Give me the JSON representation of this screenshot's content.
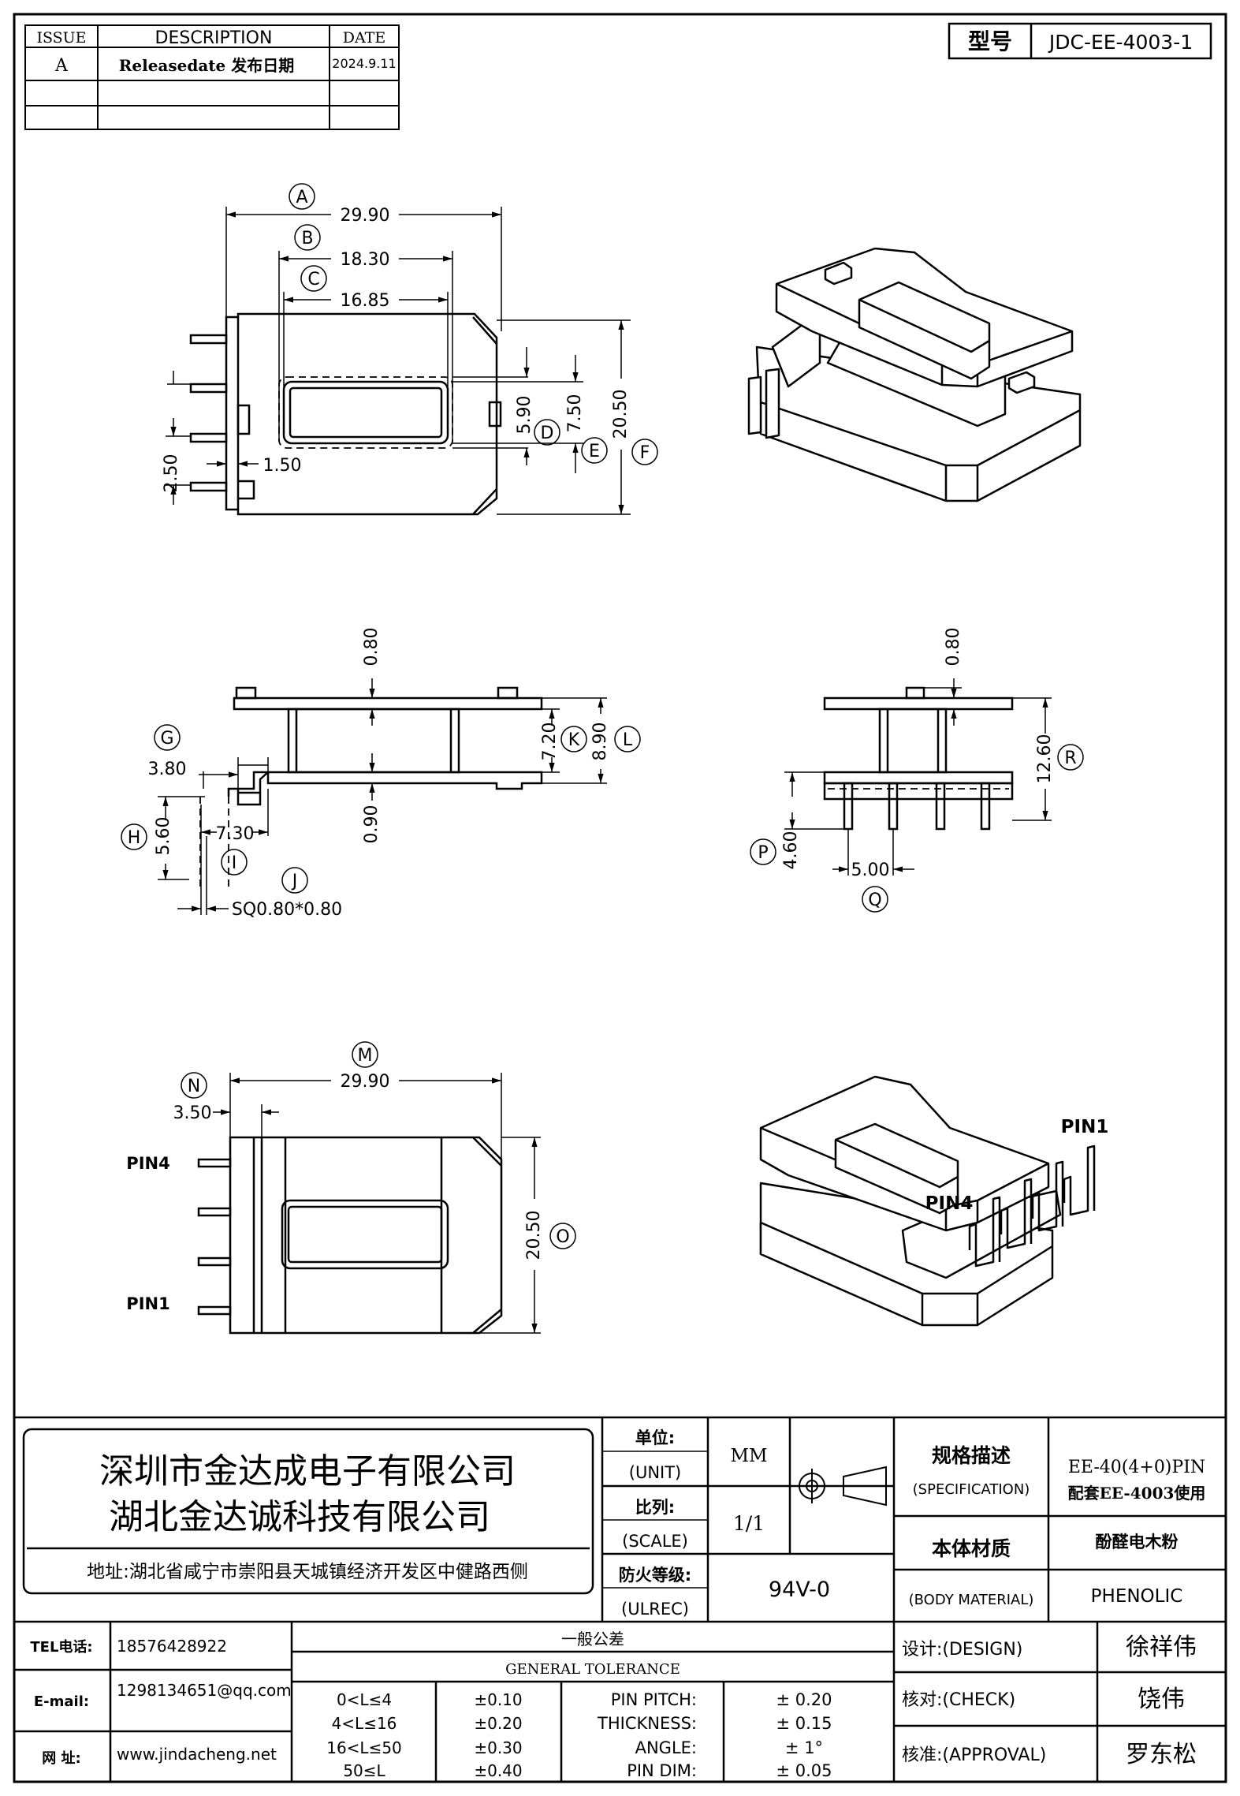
{
  "revision_table": {
    "headers": {
      "issue": "ISSUE",
      "description": "DESCRIPTION",
      "date": "DATE"
    },
    "rows": [
      {
        "issue": "A",
        "description": "Releasedate 发布日期",
        "date": "2024.9.11"
      },
      {
        "issue": "",
        "description": "",
        "date": ""
      },
      {
        "issue": "",
        "description": "",
        "date": ""
      }
    ]
  },
  "model": {
    "label": "型号",
    "value": "JDC-EE-4003-1"
  },
  "top_view": {
    "A": {
      "letter": "A",
      "value": "29.90"
    },
    "B": {
      "letter": "B",
      "value": "18.30"
    },
    "C": {
      "letter": "C",
      "value": "16.85"
    },
    "D": {
      "letter": "D",
      "value": "5.90"
    },
    "E": {
      "letter": "E",
      "value": "7.50"
    },
    "F": {
      "letter": "F",
      "value": "20.50"
    },
    "pin_pitch": "2.50",
    "pin_offset": "1.50"
  },
  "side_view": {
    "top_gap": "0.80",
    "bottom_gap": "0.90",
    "G": {
      "letter": "G",
      "value": "3.80"
    },
    "H": {
      "letter": "H",
      "value": "5.60"
    },
    "I": {
      "letter": "I",
      "value": "7.30"
    },
    "J": {
      "letter": "J",
      "value": "SQ0.80*0.80"
    },
    "K": {
      "letter": "K",
      "value": "7.20"
    },
    "L": {
      "letter": "L",
      "value": "8.90"
    }
  },
  "end_view": {
    "top_gap": "0.80",
    "P": {
      "letter": "P",
      "value": "4.60"
    },
    "Q": {
      "letter": "Q",
      "value": "5.00"
    },
    "R": {
      "letter": "R",
      "value": "12.60"
    }
  },
  "bottom_view": {
    "M": {
      "letter": "M",
      "value": "29.90"
    },
    "N": {
      "letter": "N",
      "value": "3.50"
    },
    "O": {
      "letter": "O",
      "value": "20.50"
    },
    "pin4": "PIN4",
    "pin1": "PIN1"
  },
  "iso_view_2": {
    "pin1": "PIN1",
    "pin4": "PIN4"
  },
  "title_block": {
    "company_line1": "深圳市金达成电子有限公司",
    "company_line2": "湖北金达诚科技有限公司",
    "address": "地址:湖北省咸宁市崇阳县天城镇经济开发区中健路西侧",
    "unit_cn": "单位:",
    "unit_en": "(UNIT)",
    "unit_value": "MM",
    "scale_cn": "比列:",
    "scale_en": "(SCALE)",
    "scale_value": "1/1",
    "fire_cn": "防火等级:",
    "fire_en": "(ULREC)",
    "fire_value": "94V-0",
    "spec_cn": "规格描述",
    "spec_en": "(SPECIFICATION)",
    "spec_value1": "EE-40(4+0)PIN",
    "spec_value2": "配套EE-4003使用",
    "material_cn": "本体材质",
    "material_en": "(BODY MATERIAL)",
    "material_value_cn": "酚醛电木粉",
    "material_value_en": "PHENOLIC",
    "tel_label": "TEL电话:",
    "tel_value": "18576428922",
    "email_label": "E-mail:",
    "email_value": "1298134651@qq.com",
    "web_label": "网  址:",
    "web_value": "www.jindacheng.net",
    "tolerance_cn": "一般公差",
    "tolerance_en": "GENERAL TOLERANCE",
    "tolerance_rows": [
      {
        "range": "0<L≤4",
        "tol": "±0.10"
      },
      {
        "range": "4<L≤16",
        "tol": "±0.20"
      },
      {
        "range": "16<L≤50",
        "tol": "±0.30"
      },
      {
        "range": "50≤L",
        "tol": "±0.40"
      }
    ],
    "extra_tols": [
      {
        "name": "PIN PITCH:",
        "value": "± 0.20"
      },
      {
        "name": "THICKNESS:",
        "value": "± 0.15"
      },
      {
        "name": "ANGLE:",
        "value": "± 1°"
      },
      {
        "name": "PIN DIM:",
        "value": "± 0.05"
      }
    ],
    "design_label": "设计:(DESIGN)",
    "design_name": "徐祥伟",
    "check_label": "核对:(CHECK)",
    "check_name": "饶伟",
    "approval_label": "核准:(APPROVAL)",
    "approval_name": "罗东松"
  }
}
